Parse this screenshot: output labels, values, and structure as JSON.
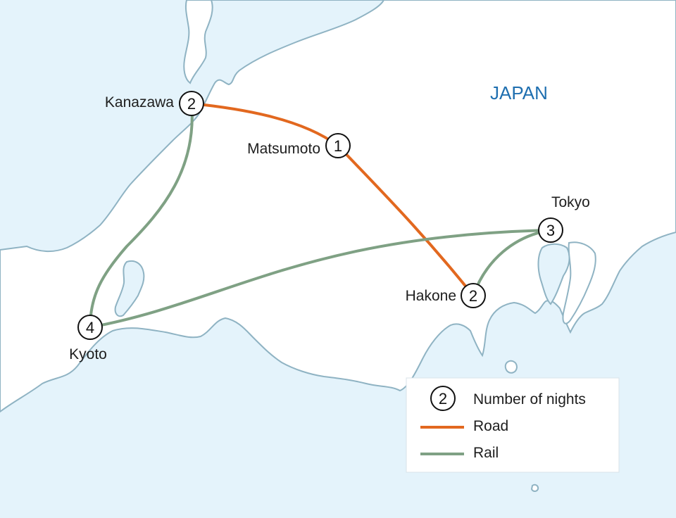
{
  "map": {
    "country_label": "JAPAN",
    "colors": {
      "sea": "#e4f3fb",
      "land": "#ffffff",
      "coast": "#8fb3c3",
      "road": "#e2681f",
      "rail": "#7fa184"
    },
    "stops": [
      {
        "name": "Kanazawa",
        "nights": "2"
      },
      {
        "name": "Matsumoto",
        "nights": "1"
      },
      {
        "name": "Tokyo",
        "nights": "3"
      },
      {
        "name": "Hakone",
        "nights": "2"
      },
      {
        "name": "Kyoto",
        "nights": "4"
      }
    ],
    "routes": [
      {
        "from": "Kanazawa",
        "to": "Matsumoto",
        "mode": "Road"
      },
      {
        "from": "Matsumoto",
        "to": "Hakone",
        "mode": "Road"
      },
      {
        "from": "Kanazawa",
        "to": "Kyoto",
        "mode": "Rail"
      },
      {
        "from": "Kyoto",
        "to": "Tokyo",
        "mode": "Rail"
      },
      {
        "from": "Tokyo",
        "to": "Hakone",
        "mode": "Rail"
      }
    ]
  },
  "legend": {
    "marker_example": "2",
    "nights_label": "Number of nights",
    "road_label": "Road",
    "rail_label": "Rail"
  }
}
